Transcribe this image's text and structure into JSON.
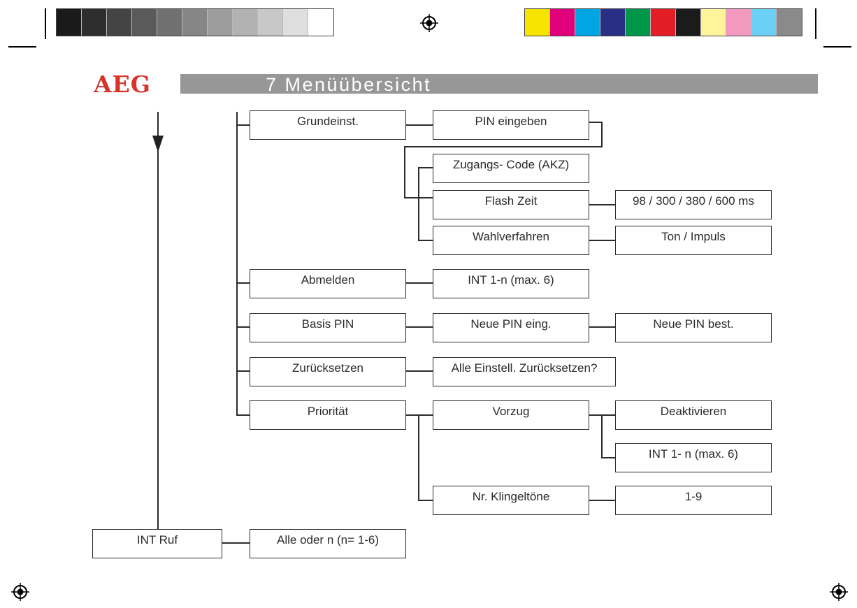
{
  "header": {
    "logo": "AEG",
    "title": "7  Menüübersicht",
    "brand_color": "#d8322b",
    "bar_color": "#979797"
  },
  "print_marks": {
    "gray_swatches": [
      "#1a1a1a",
      "#2e2e2e",
      "#444444",
      "#5a5a5a",
      "#707070",
      "#868686",
      "#9c9c9c",
      "#b2b2b2",
      "#c8c8c8",
      "#dedede",
      "#ffffff"
    ],
    "color_swatches": [
      "#f5e400",
      "#e0007a",
      "#00a6e2",
      "#2a2f86",
      "#00964a",
      "#e31d25",
      "#1b1b1b",
      "#fff49a",
      "#f49ac1",
      "#6ccff6",
      "#8a8a8a"
    ],
    "registration_icon": "registration-mark-icon"
  },
  "menu": {
    "grundeinst": "Grundeinst.",
    "pin_eingeben": "PIN eingeben",
    "zugangs_code": "Zugangs- Code (AKZ)",
    "flash_zeit": "Flash Zeit",
    "flash_values": "98 / 300 / 380 / 600 ms",
    "wahlverfahren": "Wahlverfahren",
    "ton_impuls": "Ton / Impuls",
    "abmelden": "Abmelden",
    "int_1n_max6": "INT 1-n (max. 6)",
    "basis_pin": "Basis PIN",
    "neue_pin_eing": "Neue PIN eing.",
    "neue_pin_best": "Neue PIN best.",
    "zuruecksetzen": "Zurücksetzen",
    "alle_einstell": "Alle Einstell. Zurücksetzen?",
    "prioritaet": "Priorität",
    "vorzug": "Vorzug",
    "deaktivieren": "Deaktivieren",
    "int_1_n_max6": "INT 1- n (max. 6)",
    "nr_klingeltoene": "Nr. Klingeltöne",
    "range_1_9": "1-9",
    "int_ruf": "INT Ruf",
    "alle_oder_n": "Alle oder n (n= 1-6)"
  }
}
